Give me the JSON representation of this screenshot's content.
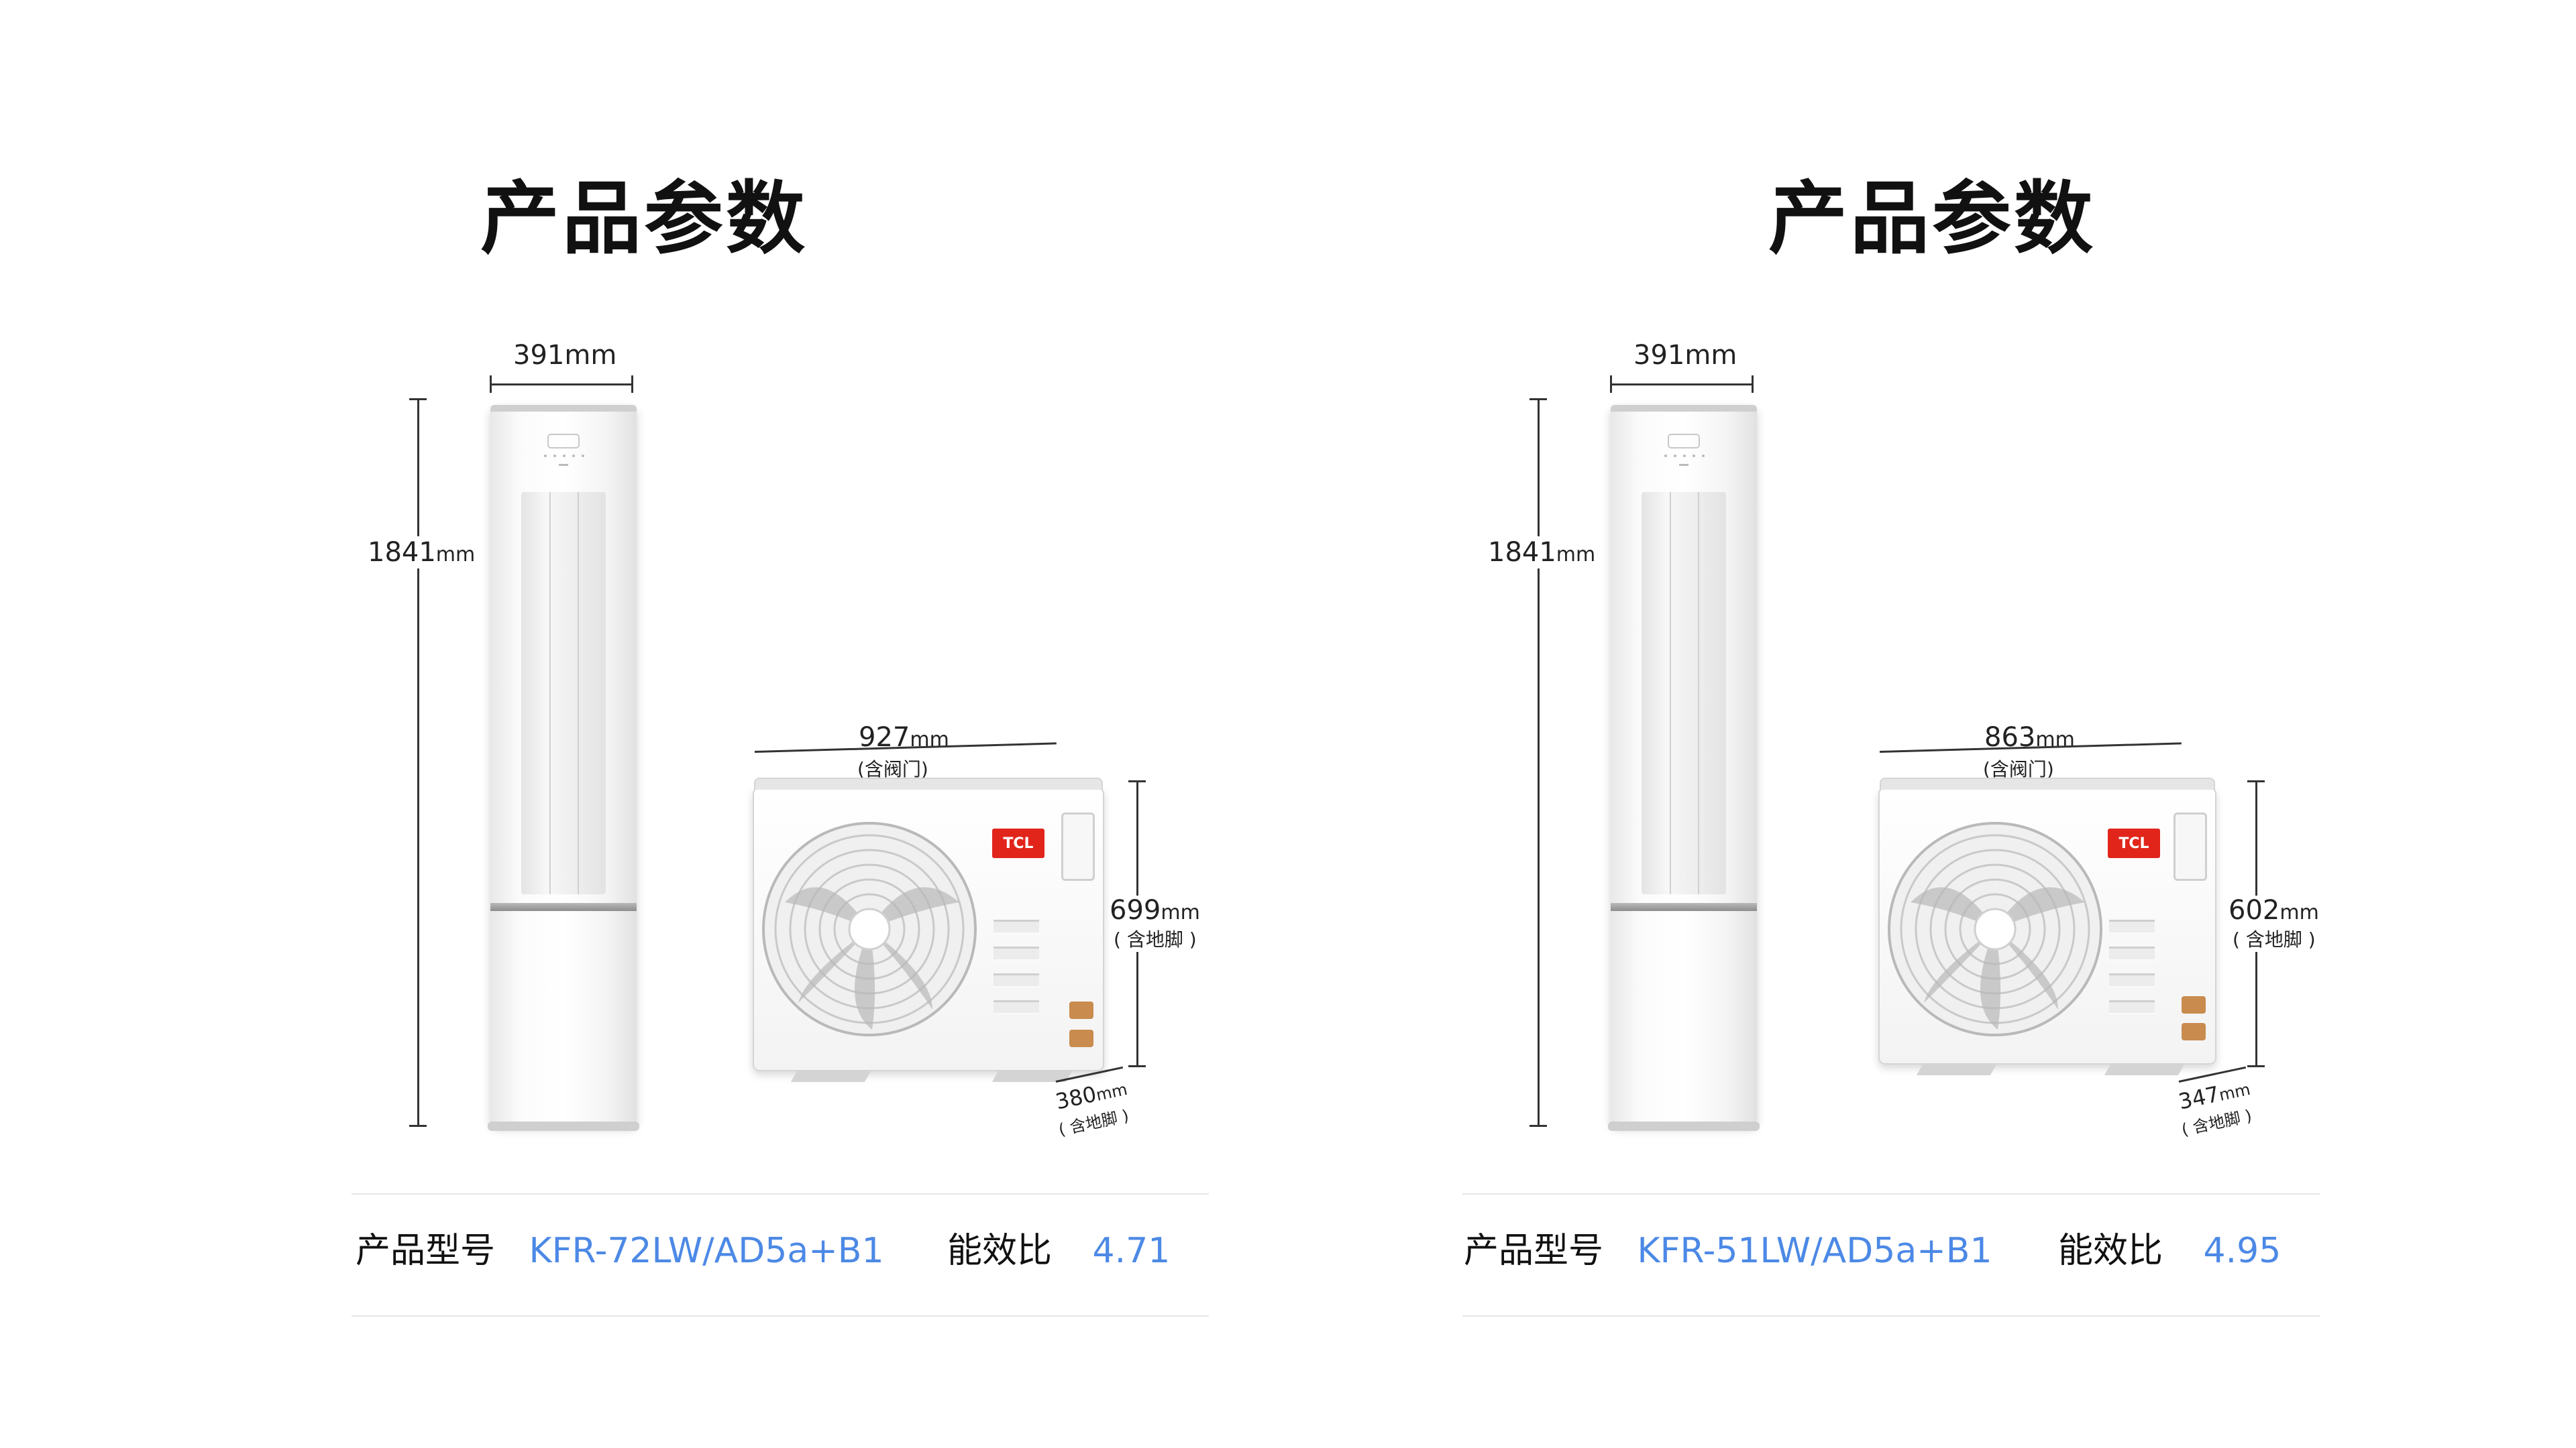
{
  "panels": [
    {
      "title": "产品参数",
      "indoor": {
        "width_label": "391mm",
        "height_value": "1841",
        "height_unit": "mm"
      },
      "outdoor": {
        "width_value": "927",
        "width_unit": "mm",
        "width_note": "(含阀门)",
        "height_value": "699",
        "height_unit": "mm",
        "height_note": "( 含地脚 )",
        "depth_value": "380",
        "depth_unit": "mm",
        "depth_note": "( 含地脚 )",
        "brand": "TCL"
      },
      "spec": {
        "model_label": "产品型号",
        "model_value": "KFR-72LW/AD5a+B1",
        "eer_label": "能效比",
        "eer_value": "4.71"
      }
    },
    {
      "title": "产品参数",
      "indoor": {
        "width_label": "391mm",
        "height_value": "1841",
        "height_unit": "mm"
      },
      "outdoor": {
        "width_value": "863",
        "width_unit": "mm",
        "width_note": "(含阀门)",
        "height_value": "602",
        "height_unit": "mm",
        "height_note": "( 含地脚 )",
        "depth_value": "347",
        "depth_unit": "mm",
        "depth_note": "( 含地脚 )",
        "brand": "TCL"
      },
      "spec": {
        "model_label": "产品型号",
        "model_value": "KFR-51LW/AD5a+B1",
        "eer_label": "能效比",
        "eer_value": "4.95"
      }
    }
  ],
  "colors": {
    "accent": "#4c89e6",
    "brand_red": "#e1251b"
  },
  "icons": [
    "fan-grille-icon",
    "display-icon"
  ]
}
